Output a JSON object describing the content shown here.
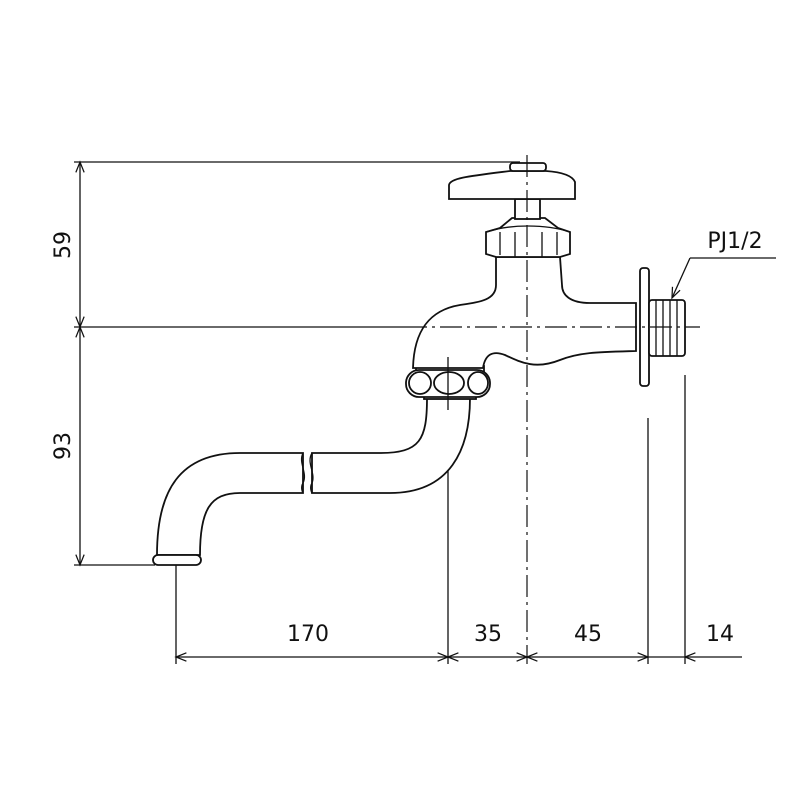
{
  "drawing": {
    "dimensions": {
      "height_top": "59",
      "height_bottom": "93",
      "width_spout": "170",
      "width_nut": "35",
      "width_body": "45",
      "width_thread": "14"
    },
    "thread_label": "PJ1/2",
    "line_color": "#111111"
  }
}
